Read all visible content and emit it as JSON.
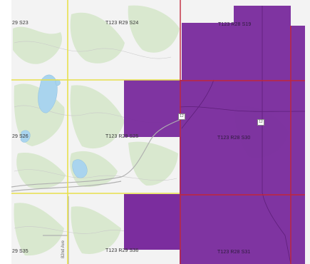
{
  "map": {
    "section_labels": [
      {
        "id": "s23",
        "text": "29 S23"
      },
      {
        "id": "s24",
        "text": "T123 R29 S24"
      },
      {
        "id": "s19",
        "text": "T123 R28 S19"
      },
      {
        "id": "s26",
        "text": "29 S26"
      },
      {
        "id": "s25",
        "text": "T123 R29 S25"
      },
      {
        "id": "s30",
        "text": "T123 R28 S30"
      },
      {
        "id": "s35",
        "text": "29 S35"
      },
      {
        "id": "s36",
        "text": "T123 R29 S36"
      },
      {
        "id": "s31",
        "text": "T123 R28 S31"
      }
    ],
    "road_label": "82nd Ave",
    "shields": [
      "12",
      "12"
    ],
    "colors": {
      "parcel_fill": "#7b2d9e",
      "section_line": "#e8e04a",
      "range_line": "#c0263a",
      "water": "#a9d4ee",
      "woodland": "#d9e8cf",
      "background": "#f3f3f3"
    }
  }
}
